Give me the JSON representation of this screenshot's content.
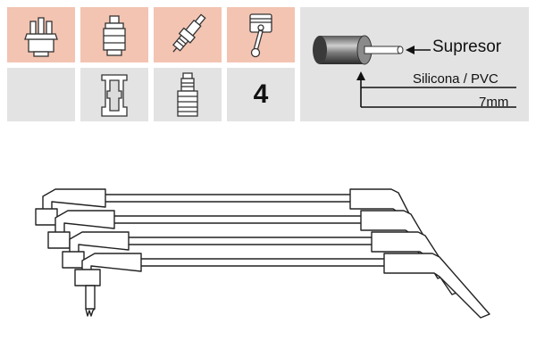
{
  "icons": {
    "distributor_cap": "distributor-cap-icon",
    "ignition_coil": "ignition-coil-icon",
    "spark_plug": "spark-plug-icon",
    "piston": "piston-icon",
    "straight_boot": "straight-boot-terminal-icon",
    "plug_boot": "spark-plug-boot-icon"
  },
  "specs": {
    "cable_count": "4",
    "suppressor_label": "Supresor",
    "material_label": "Silicona / PVC",
    "diameter_label": "7mm"
  },
  "colors": {
    "pink_tile": "#f3c4b2",
    "gray_tile": "#e3e3e3",
    "line": "#222222"
  }
}
